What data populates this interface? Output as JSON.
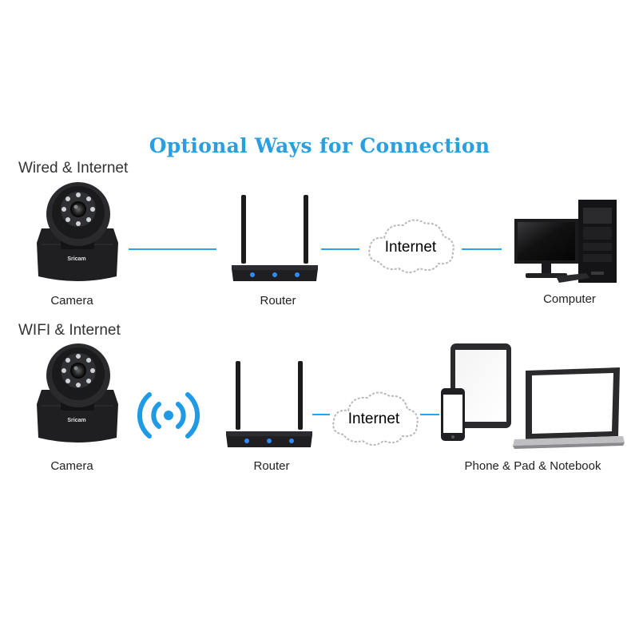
{
  "title": "Optional Ways for Connection",
  "colors": {
    "accent": "#2a9fe0",
    "device": "#1c1c1e",
    "led": "#2f8bff"
  },
  "wired": {
    "heading": "Wired & Internet",
    "camera": {
      "label": "Camera",
      "brand": "Sricam",
      "icon": "ip-camera-icon"
    },
    "router": {
      "label": "Router",
      "icon": "router-icon"
    },
    "cloud": {
      "text": "Internet",
      "icon": "cloud-icon"
    },
    "computer": {
      "label": "Computer",
      "icon": "desktop-computer-icon"
    }
  },
  "wifi": {
    "heading": "WIFI & Internet",
    "camera": {
      "label": "Camera",
      "brand": "Sricam",
      "icon": "ip-camera-icon"
    },
    "signal": {
      "icon": "wifi-signal-icon"
    },
    "router": {
      "label": "Router",
      "icon": "router-icon"
    },
    "cloud": {
      "text": "Internet",
      "icon": "cloud-icon"
    },
    "devices": {
      "label": "Phone & Pad & Notebook",
      "icons": [
        "phone-icon",
        "tablet-icon",
        "laptop-icon"
      ]
    }
  }
}
